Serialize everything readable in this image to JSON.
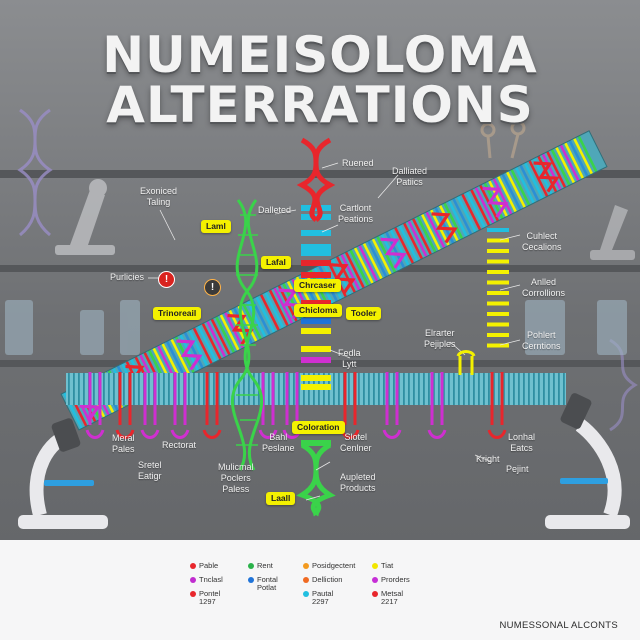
{
  "title": {
    "line1": "NUMEISOLOMA",
    "line2": "ALTERRATIONS"
  },
  "labels": {
    "ruened": "Ruened",
    "exoniced_taling": "Exoniced\nTaling",
    "dalliated_patiics": "Dalliated\nPatiics",
    "cartlont_peations": "Cartlont\nPeations",
    "dalleted": "Dalleted",
    "cuhlect_cecalions": "Cuhlect\nCecalions",
    "purlicies": "Purlicies",
    "anlled_corrollions": "Anlled\nCorrollions",
    "elrarter_pejiples": "Elrarter\nPejiples",
    "pohlert_cerntions": "Pohlert\nCerntions",
    "fedla_lytt": "Fedla\nLytt",
    "meral_pales": "Meral\nPales",
    "rectorat": "Rectorat",
    "bahl_peslane": "Bahl\nPeslane",
    "slotel_cenlner": "Slotel\nCenlner",
    "lonhal_eatcs": "Lonhal\nEatcs",
    "sretel_eatigr": "Sretel\nEatigr",
    "mulicmal_poclers_paless": "Mulicmal\nPoclers\nPaless",
    "aupleted_products": "Aupleted\nProducts",
    "kright": "Kright",
    "pejint": "Pejint"
  },
  "tags": {
    "laml": "Laml",
    "lafal": "Lafal",
    "trinoreail": "Trinoreail",
    "chrcaser": "Chrcaser",
    "chicloma": "Chicloma",
    "tooler": "Tooler",
    "coloration": "Coloration",
    "laall": "Laall"
  },
  "markers": {
    "red": "!",
    "dark": "!"
  },
  "legend": [
    {
      "text": "Pable",
      "color": "#e8262c"
    },
    {
      "text": "Rent",
      "color": "#2ab24a"
    },
    {
      "text": "Posidgectent",
      "color": "#f39a1f"
    },
    {
      "text": "Tiat",
      "color": "#f2e600"
    },
    {
      "text": "Tnclasl",
      "color": "#c02ccf"
    },
    {
      "text": "Fontal\nPotlat",
      "color": "#1f73d8"
    },
    {
      "text": "Delliction",
      "color": "#f06a22"
    },
    {
      "text": "Prorders",
      "color": "#c62fd6"
    },
    {
      "text": "Pontel\n1297",
      "color": "#e8262c"
    },
    {
      "text": "Pautal\n2297",
      "color": "#21bfe0"
    },
    {
      "text": "Metsal\n2217",
      "color": "#e8262c"
    }
  ],
  "footer": "NUMESSONAL ALCONTS",
  "colors": {
    "background": "#6f7174",
    "shelf": "#5d5f62",
    "red": "#e8262c",
    "green": "#3ad34a",
    "cyan": "#21bfe0",
    "magenta": "#cf2fd0",
    "yellow": "#f4f100",
    "teal": "#4fb7c6"
  },
  "icons": [
    "dna-helix-icon",
    "microscope-icon",
    "flask-icon",
    "scissors-icon",
    "sample-dish-icon"
  ]
}
